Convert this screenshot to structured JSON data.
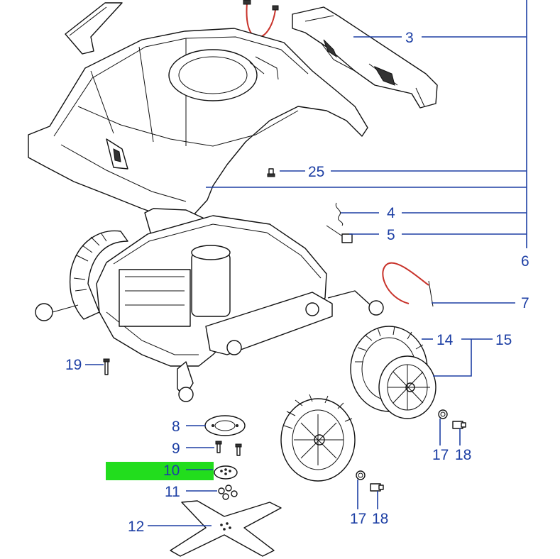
{
  "colors": {
    "callout": "#1d3fa4",
    "highlight": "#22dd1d",
    "wire": "#c8322a",
    "outline": "#111111"
  },
  "callouts": [
    {
      "id": "3",
      "label": "3"
    },
    {
      "id": "25",
      "label": "25"
    },
    {
      "id": "4",
      "label": "4"
    },
    {
      "id": "5",
      "label": "5"
    },
    {
      "id": "6",
      "label": "6"
    },
    {
      "id": "7",
      "label": "7"
    },
    {
      "id": "14",
      "label": "14"
    },
    {
      "id": "15",
      "label": "15"
    },
    {
      "id": "19",
      "label": "19"
    },
    {
      "id": "8",
      "label": "8"
    },
    {
      "id": "9",
      "label": "9"
    },
    {
      "id": "10",
      "label": "10",
      "highlighted": true
    },
    {
      "id": "11",
      "label": "11"
    },
    {
      "id": "12",
      "label": "12"
    },
    {
      "id": "17a",
      "label": "17"
    },
    {
      "id": "18a",
      "label": "18"
    },
    {
      "id": "17b",
      "label": "17"
    },
    {
      "id": "18b",
      "label": "18"
    }
  ]
}
